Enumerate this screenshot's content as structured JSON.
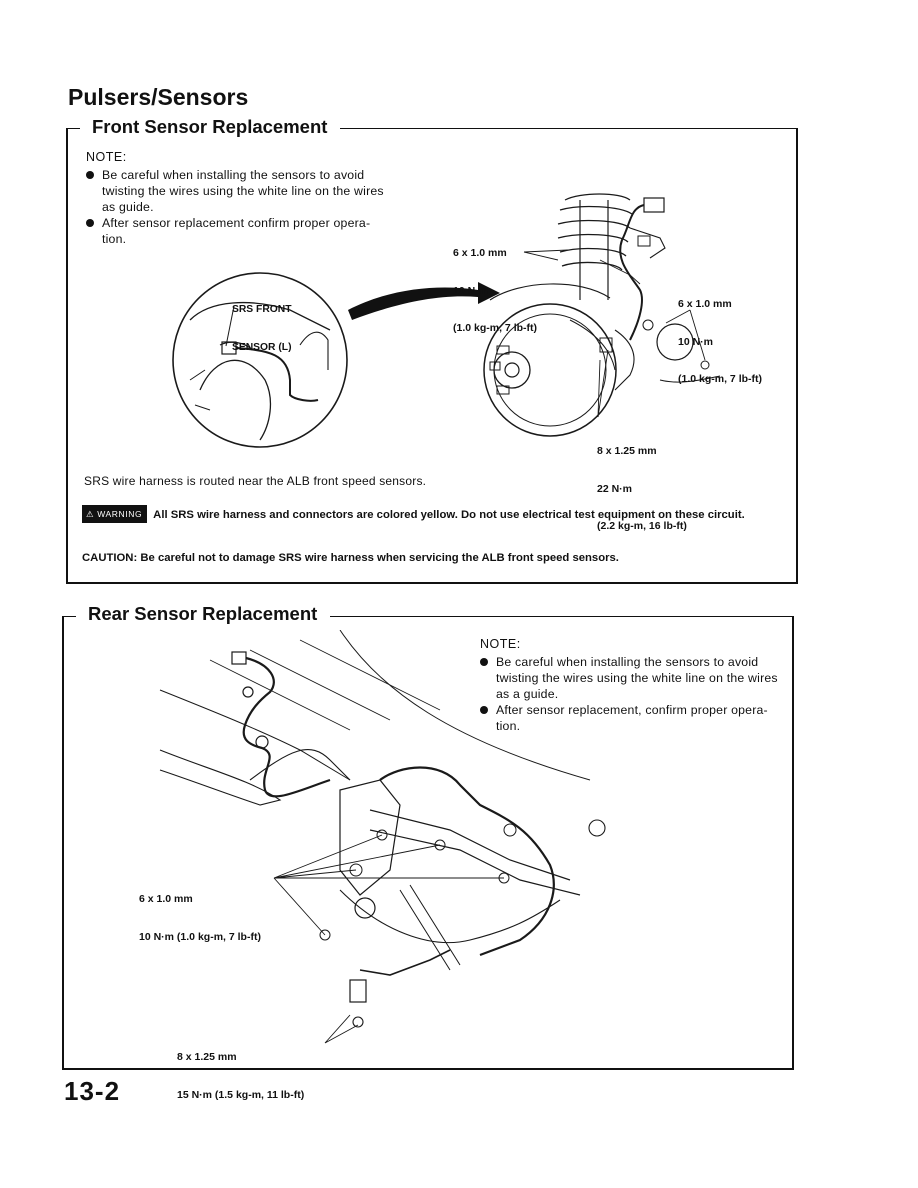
{
  "page_title": "Pulsers/Sensors",
  "front": {
    "heading": "Front Sensor Replacement",
    "note_label": "NOTE:",
    "notes": [
      "Be careful when installing the sensors to avoid twisting the wires using the white line on the wires as guide.",
      "After sensor replacement confirm proper opera-tion."
    ],
    "inset_label": [
      "SRS FRONT",
      "SENSOR (L)"
    ],
    "callouts": [
      [
        "6 x 1.0 mm",
        "10 N·m",
        "(1.0 kg-m, 7 lb-ft)"
      ],
      [
        "6 x 1.0 mm",
        "10 N·m",
        "(1.0 kg-m, 7 lb-ft)"
      ],
      [
        "8 x 1.25 mm",
        "22 N·m",
        "(2.2 kg-m, 16 lb-ft)"
      ]
    ],
    "routing_text": "SRS wire harness is routed near the ALB front speed sensors.",
    "warning_badge": "WARNING",
    "warning_text": "All SRS wire harness and connectors are colored yellow. Do not use electrical test equipment on these circuit.",
    "caution_text": "CAUTION:  Be careful not to damage SRS wire harness when servicing the ALB front speed sensors."
  },
  "rear": {
    "heading": "Rear Sensor Replacement",
    "note_label": "NOTE:",
    "notes": [
      "Be careful when installing the sensors to avoid twisting the wires using the white line on the wires as a guide.",
      "After sensor replacement, confirm proper opera-tion."
    ],
    "callouts": [
      [
        "6 x 1.0 mm",
        "10 N·m (1.0 kg-m, 7 lb-ft)"
      ],
      [
        "8 x 1.25 mm",
        "15 N·m (1.5 kg-m, 11 lb-ft)"
      ]
    ]
  },
  "page_number": "13-2"
}
